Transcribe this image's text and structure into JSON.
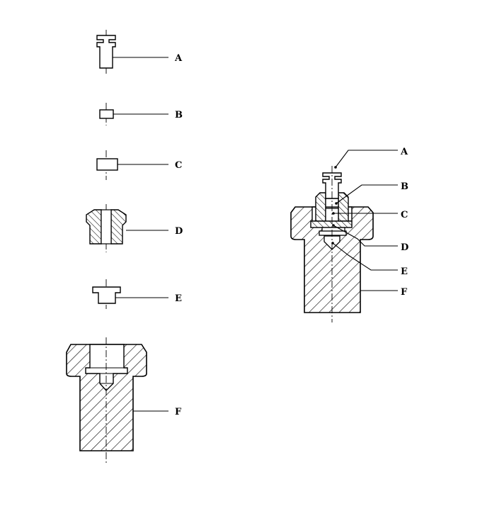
{
  "labels": {
    "A": "A",
    "B": "B",
    "C": "C",
    "D": "D",
    "E": "E",
    "F": "F"
  },
  "colors": {
    "line": "#000000",
    "background": "#ffffff"
  }
}
